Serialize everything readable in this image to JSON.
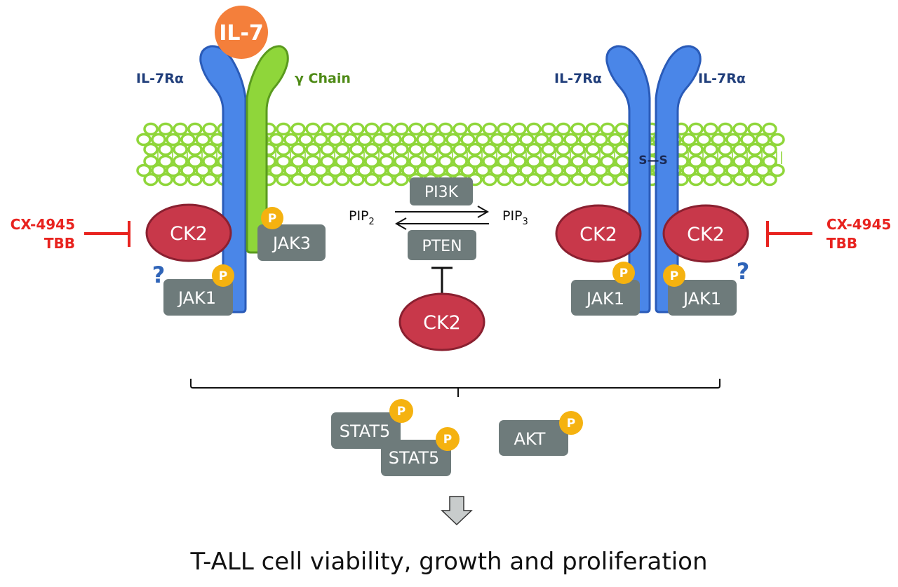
{
  "colors": {
    "receptor_blue": "#4a86e8",
    "receptor_blue_border": "#2a5bb8",
    "gamma_green": "#8fd63a",
    "gamma_green_border": "#5a9a1e",
    "membrane_green": "#8fd63a",
    "il7_orange": "#f47f3b",
    "ck2_red": "#c8384a",
    "ck2_border": "#8a2030",
    "box_gray": "#6e7b7b",
    "phospho_yellow": "#f5b210",
    "drug_red": "#e8231f",
    "question_blue": "#2f64b8",
    "arrow_gray": "#c8cccc"
  },
  "ligand": {
    "label": "IL-7"
  },
  "left_complex": {
    "receptor_label": "IL-7Rα",
    "gamma_label": "γ Chain",
    "ck2_label": "CK2",
    "jak1_label": "JAK1",
    "jak3_label": "JAK3",
    "phospho_label": "P",
    "question": "?",
    "inhibitors": [
      "CX-4945",
      "TBB"
    ]
  },
  "center_pathway": {
    "pi3k_label": "PI3K",
    "pten_label": "PTEN",
    "pip2": {
      "base": "PIP",
      "sub": "2"
    },
    "pip3": {
      "base": "PIP",
      "sub": "3"
    },
    "ck2_label": "CK2"
  },
  "right_complex": {
    "receptor_left_label": "IL-7Rα",
    "receptor_right_label": "IL-7Rα",
    "disulfide_label": "S—S",
    "ck2_left_label": "CK2",
    "ck2_right_label": "CK2",
    "jak1_left_label": "JAK1",
    "jak1_right_label": "JAK1",
    "phospho_label": "P",
    "question": "?",
    "inhibitors": [
      "CX-4945",
      "TBB"
    ]
  },
  "downstream": {
    "stat5_top_label": "STAT5",
    "stat5_bottom_label": "STAT5",
    "akt_label": "AKT",
    "phospho_label": "P"
  },
  "outcome": {
    "label": "T-ALL cell viability, growth and proliferation"
  }
}
